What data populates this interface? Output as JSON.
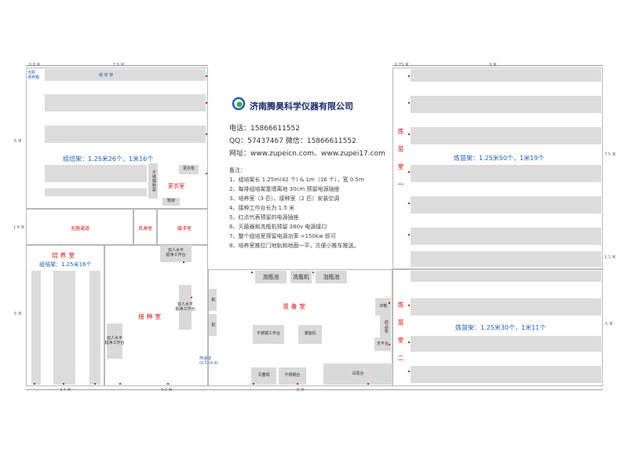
{
  "company": {
    "name": "济南腾昊科学仪器有限公司",
    "phone": "电话：15866611552",
    "qq_wechat": "QQ：57437467  微信：15866611552",
    "website": "网址：www.zupeicn.com、www.zupei17.com"
  },
  "notes": {
    "title": "备注：",
    "items": [
      "1、组培架长 1.25m(42 个) & 1m（16 个），宽 0.5m",
      "2、每排组培架靠墙离地 30cm 预留电源插座",
      "3、培养室（3 匹）、接种室（2 匹）安装空调",
      "4、接种工作台长为 1.5 米",
      "5、红点代表预留的电源插座",
      "6、灭菌器和洗瓶机预留 380v 电源接口",
      "7、整个组培室预留电源功率 >150kw 即可",
      "8、培养室推拉门地轨和地面一平，方便小推车推送。"
    ]
  },
  "rooms": {
    "light_room": "光照\n培养箱",
    "culture_shelf_top": "组    培    架",
    "culture_top_caption": "组培架：1.25米26个，1米16个",
    "stainless_shelf": "不锈钢鞋架",
    "changing_room": "更衣室",
    "locker": "更衣柜",
    "shoe_rack": "鞋架",
    "corridor": "无菌通道",
    "air_shower": "风淋室",
    "buffer": "缓冲室",
    "culture_room": "培 养 室",
    "culture_caption": "组培架：1.25米16个",
    "bench_top": "双人水平\n超净工作台",
    "inoculation": "接 种 室",
    "bench_left": "双人水平\n超净工作台",
    "bench_mid": "双人水平\n超净工作台",
    "cabinet1": "柜",
    "cabinet2": "柜",
    "pass_window": "传递窗\n(0.5×0.4)",
    "prep_room": "准 备 室",
    "soak_left": "泡瓶池",
    "washer": "洗瓶机",
    "soak_right": "泡瓶池",
    "fridge": "冰箱",
    "reagent": "药品柜",
    "balance": "天平台",
    "sink_table": "不锈钢工作台",
    "disinfect": "灌装机",
    "sterilizer": "灭菌锅",
    "stainless_table": "不锈钢台",
    "lab_bench": "试验台",
    "hardening_top_title": "炼 苗 室 一",
    "hardening_top_caption": "炼苗架：1.25米50个，1米19个",
    "hardening_bottom_title": "炼 苗 室 二",
    "hardening_bottom_caption": "炼苗架：1.25米30个，1米11个"
  },
  "dimensions": {
    "top_left_a": "0.8 米",
    "top_left_b": "7.8 米",
    "top_right_a": "0.75 米",
    "top_right_b": "9 米",
    "left_6": "6 米",
    "left_16": "1.6 米",
    "left_6b": "6 米",
    "bottom_34": "3.4 米",
    "bottom_52": "5.2 米",
    "bottom_8": "8 米",
    "right_75": "7.5 米",
    "right_11": "1.1 米",
    "right_5": "5 米"
  },
  "colors": {
    "accent_red": "#d11a1a",
    "accent_blue": "#1f5fb3",
    "bench_gray": "#dcdcdc",
    "wall_gray": "#b8b8b8"
  }
}
